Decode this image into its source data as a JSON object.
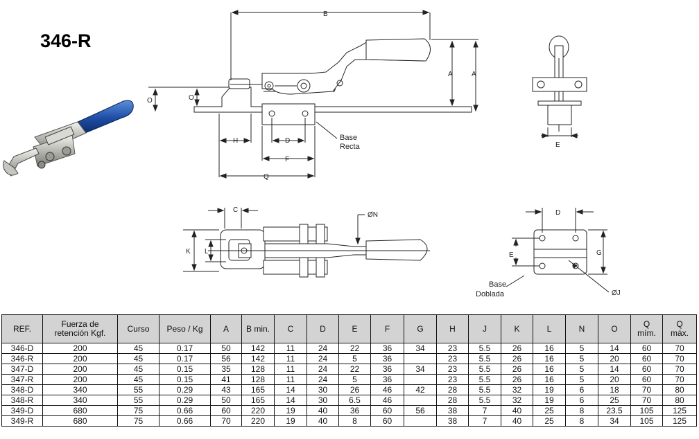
{
  "model_title": "346-R",
  "drawing_labels": {
    "B": "B",
    "A_inner": "A",
    "A_outer": "A",
    "O_outer": "O",
    "O_inner": "O",
    "H": "H",
    "D_top": "D",
    "F": "F",
    "Q": "Q",
    "base_recta_1": "Base",
    "base_recta_2": "Recta",
    "E_side": "E",
    "C": "C",
    "N": "ØN",
    "K": "K",
    "L": "L",
    "D_base": "D",
    "E_base": "E",
    "G": "G",
    "J": "ØJ",
    "base_doblada_1": "Base",
    "base_doblada_2": "Doblada"
  },
  "table": {
    "headers": [
      {
        "line1": "REF.",
        "line2": ""
      },
      {
        "line1": "Fuerza de",
        "line2": "retención Kgf."
      },
      {
        "line1": "Curso",
        "line2": ""
      },
      {
        "line1": "Peso / Kg",
        "line2": ""
      },
      {
        "line1": "A",
        "line2": ""
      },
      {
        "line1": "B min.",
        "line2": ""
      },
      {
        "line1": "C",
        "line2": ""
      },
      {
        "line1": "D",
        "line2": ""
      },
      {
        "line1": "E",
        "line2": ""
      },
      {
        "line1": "F",
        "line2": ""
      },
      {
        "line1": "G",
        "line2": ""
      },
      {
        "line1": "H",
        "line2": ""
      },
      {
        "line1": "J",
        "line2": ""
      },
      {
        "line1": "K",
        "line2": ""
      },
      {
        "line1": "L",
        "line2": ""
      },
      {
        "line1": "N",
        "line2": ""
      },
      {
        "line1": "O",
        "line2": ""
      },
      {
        "line1": "Q",
        "line2": "mím."
      },
      {
        "line1": "Q",
        "line2": "máx."
      }
    ],
    "rows": [
      [
        "346-D",
        "200",
        "45",
        "0.17",
        "50",
        "142",
        "11",
        "24",
        "22",
        "36",
        "34",
        "23",
        "5.5",
        "26",
        "16",
        "5",
        "14",
        "60",
        "70"
      ],
      [
        "346-R",
        "200",
        "45",
        "0.17",
        "56",
        "142",
        "11",
        "24",
        "5",
        "36",
        "",
        "23",
        "5.5",
        "26",
        "16",
        "5",
        "20",
        "60",
        "70"
      ],
      [
        "347-D",
        "200",
        "45",
        "0.15",
        "35",
        "128",
        "11",
        "24",
        "22",
        "36",
        "34",
        "23",
        "5.5",
        "26",
        "16",
        "5",
        "14",
        "60",
        "70"
      ],
      [
        "347-R",
        "200",
        "45",
        "0.15",
        "41",
        "128",
        "11",
        "24",
        "5",
        "36",
        "",
        "23",
        "5.5",
        "26",
        "16",
        "5",
        "20",
        "60",
        "70"
      ],
      [
        "348-D",
        "340",
        "55",
        "0.29",
        "43",
        "165",
        "14",
        "30",
        "26",
        "46",
        "42",
        "28",
        "5.5",
        "32",
        "19",
        "6",
        "18",
        "70",
        "80"
      ],
      [
        "348-R",
        "340",
        "55",
        "0.29",
        "50",
        "165",
        "14",
        "30",
        "6.5",
        "46",
        "",
        "28",
        "5.5",
        "32",
        "19",
        "6",
        "25",
        "70",
        "80"
      ],
      [
        "349-D",
        "680",
        "75",
        "0.66",
        "60",
        "220",
        "19",
        "40",
        "36",
        "60",
        "56",
        "38",
        "7",
        "40",
        "25",
        "8",
        "23.5",
        "105",
        "125"
      ],
      [
        "349-R",
        "680",
        "75",
        "0.66",
        "70",
        "220",
        "19",
        "40",
        "8",
        "60",
        "",
        "38",
        "7",
        "40",
        "25",
        "8",
        "34",
        "105",
        "125"
      ]
    ]
  }
}
